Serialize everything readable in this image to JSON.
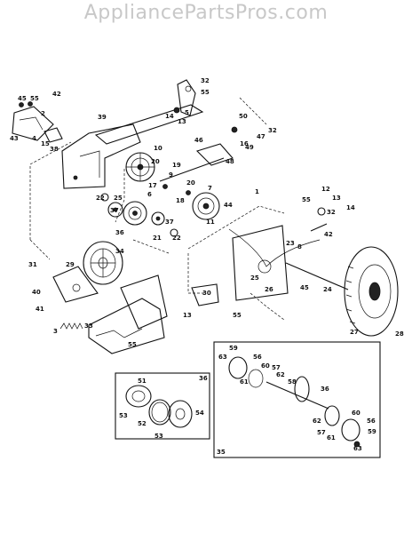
{
  "watermark": "AppliancePartsPros.com",
  "callouts": [
    {
      "id": "l-32a",
      "text": "32"
    },
    {
      "id": "l-55a",
      "text": "55"
    },
    {
      "id": "l-45a",
      "text": "45"
    },
    {
      "id": "l-55b",
      "text": "55"
    },
    {
      "id": "l-42a",
      "text": "42"
    },
    {
      "id": "l-2",
      "text": "2"
    },
    {
      "id": "l-43",
      "text": "43"
    },
    {
      "id": "l-4",
      "text": "4"
    },
    {
      "id": "l-15",
      "text": "15"
    },
    {
      "id": "l-38",
      "text": "38"
    },
    {
      "id": "l-39",
      "text": "39"
    },
    {
      "id": "l-14a",
      "text": "14"
    },
    {
      "id": "l-13a",
      "text": "13"
    },
    {
      "id": "l-5",
      "text": "5"
    },
    {
      "id": "l-50",
      "text": "50"
    },
    {
      "id": "l-32b",
      "text": "32"
    },
    {
      "id": "l-46",
      "text": "46"
    },
    {
      "id": "l-47",
      "text": "47"
    },
    {
      "id": "l-16",
      "text": "16"
    },
    {
      "id": "l-49",
      "text": "49"
    },
    {
      "id": "l-48",
      "text": "48"
    },
    {
      "id": "l-10",
      "text": "10"
    },
    {
      "id": "l-20a",
      "text": "20"
    },
    {
      "id": "l-19",
      "text": "19"
    },
    {
      "id": "l-9",
      "text": "9"
    },
    {
      "id": "l-17",
      "text": "17"
    },
    {
      "id": "l-22a",
      "text": "22"
    },
    {
      "id": "l-6",
      "text": "6"
    },
    {
      "id": "l-20b",
      "text": "20"
    },
    {
      "id": "l-7",
      "text": "7"
    },
    {
      "id": "l-18",
      "text": "18"
    },
    {
      "id": "l-25",
      "text": "25"
    },
    {
      "id": "l-37a",
      "text": "37"
    },
    {
      "id": "l-36a",
      "text": "36"
    },
    {
      "id": "l-37b",
      "text": "37"
    },
    {
      "id": "l-21",
      "text": "21"
    },
    {
      "id": "l-22b",
      "text": "22"
    },
    {
      "id": "l-1",
      "text": "1"
    },
    {
      "id": "l-44",
      "text": "44"
    },
    {
      "id": "l-11",
      "text": "11"
    },
    {
      "id": "l-12",
      "text": "12"
    },
    {
      "id": "l-55c",
      "text": "55"
    },
    {
      "id": "l-13b",
      "text": "13"
    },
    {
      "id": "l-14b",
      "text": "14"
    },
    {
      "id": "l-32c",
      "text": "32"
    },
    {
      "id": "l-42b",
      "text": "42"
    },
    {
      "id": "l-23",
      "text": "23"
    },
    {
      "id": "l-8",
      "text": "8"
    },
    {
      "id": "l-34",
      "text": "34"
    },
    {
      "id": "l-31",
      "text": "31"
    },
    {
      "id": "l-29",
      "text": "29"
    },
    {
      "id": "l-40",
      "text": "40"
    },
    {
      "id": "l-41",
      "text": "41"
    },
    {
      "id": "l-26",
      "text": "26"
    },
    {
      "id": "l-25b",
      "text": "25"
    },
    {
      "id": "l-45b",
      "text": "45"
    },
    {
      "id": "l-24",
      "text": "24"
    },
    {
      "id": "l-30",
      "text": "30"
    },
    {
      "id": "l-13c",
      "text": "13"
    },
    {
      "id": "l-55d",
      "text": "55"
    },
    {
      "id": "l-3",
      "text": "3"
    },
    {
      "id": "l-33",
      "text": "33"
    },
    {
      "id": "l-55e",
      "text": "55"
    },
    {
      "id": "l-27",
      "text": "27"
    },
    {
      "id": "l-28",
      "text": "28"
    },
    {
      "id": "l-59a",
      "text": "59"
    },
    {
      "id": "l-63a",
      "text": "63"
    },
    {
      "id": "l-56a",
      "text": "56"
    },
    {
      "id": "l-60a",
      "text": "60"
    },
    {
      "id": "l-57a",
      "text": "57"
    },
    {
      "id": "l-61a",
      "text": "61"
    },
    {
      "id": "l-62a",
      "text": "62"
    },
    {
      "id": "l-58",
      "text": "58"
    },
    {
      "id": "l-36b",
      "text": "36"
    },
    {
      "id": "l-62b",
      "text": "62"
    },
    {
      "id": "l-60b",
      "text": "60"
    },
    {
      "id": "l-56b",
      "text": "56"
    },
    {
      "id": "l-57b",
      "text": "57"
    },
    {
      "id": "l-61b",
      "text": "61"
    },
    {
      "id": "l-59b",
      "text": "59"
    },
    {
      "id": "l-63b",
      "text": "63"
    },
    {
      "id": "l-35",
      "text": "35"
    },
    {
      "id": "l-36c",
      "text": "36"
    },
    {
      "id": "l-51",
      "text": "51"
    },
    {
      "id": "l-53a",
      "text": "53"
    },
    {
      "id": "l-52",
      "text": "52"
    },
    {
      "id": "l-53b",
      "text": "53"
    },
    {
      "id": "l-54",
      "text": "54"
    }
  ]
}
